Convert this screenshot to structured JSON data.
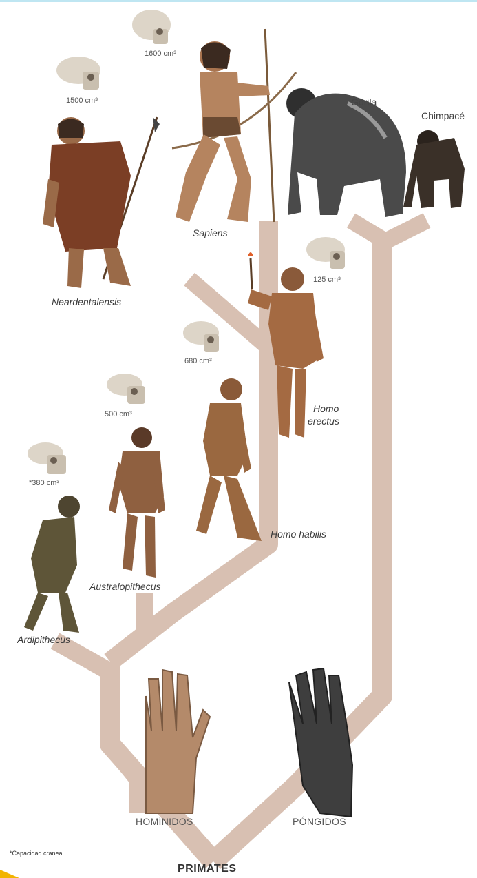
{
  "species": {
    "sapiens": "Sapiens",
    "neandertal": "Neardentalensis",
    "erectus_line1": "Homo",
    "erectus_line2": "erectus",
    "habilis": "Homo habilis",
    "australopithecus": "Australopithecus",
    "ardipithecus": "Ardipithecus",
    "gorilla": "Gorila",
    "chimp": "Chimpacé"
  },
  "cranial": {
    "sapiens": "1600 cm³",
    "neandertal": "1500 cm³",
    "erectus": "125 cm³",
    "habilis": "680 cm³",
    "australopithecus": "500 cm³",
    "ardipithecus": "*380 cm³"
  },
  "groups": {
    "hominids": "HOMÍNIDOS",
    "pongids": "PÓNGIDOS",
    "root": "PRIMATES"
  },
  "footnote": "*Capacidad craneal",
  "colors": {
    "branch": "#d8c0b2",
    "skin_human": "#b07a4f",
    "hair": "#3b2a20",
    "ape_fur": "#3e3e3e",
    "skull": "#d9d2c5"
  }
}
